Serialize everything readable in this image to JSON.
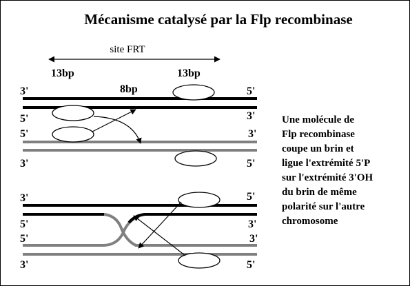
{
  "title": "Mécanisme catalysé par la Flp recombinase",
  "frt_site_label": "site FRT",
  "bp_left": "13bp",
  "bp_right": "13bp",
  "bp_spacer": "8bp",
  "end_3": "3'",
  "end_5": "5'",
  "description_lines": [
    "Une molécule de",
    "Flp recombinase",
    "coupe un brin et",
    "ligue l'extrémité 5'P",
    "sur l'extrémité 3'OH",
    "du brin de même",
    "polarité sur l'autre",
    "chromosome"
  ],
  "colors": {
    "black_strand": "#000000",
    "gray_strand": "#808080"
  },
  "icons": [
    "double-arrow-icon",
    "flp-recombinase-ellipse-icon",
    "curved-arrow-icon",
    "straight-arrow-icon"
  ]
}
